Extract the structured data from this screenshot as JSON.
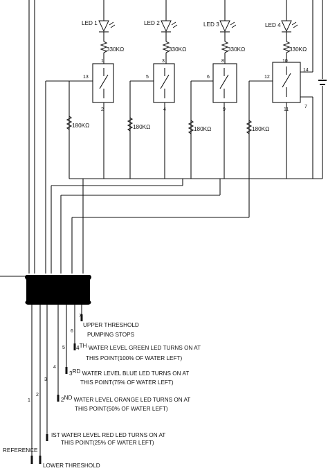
{
  "diagram": {
    "leds": [
      {
        "label": "LED 1",
        "resistor": "330KΩ"
      },
      {
        "label": "LED 2",
        "resistor": "330KΩ"
      },
      {
        "label": "LED 3",
        "resistor": "330KΩ"
      },
      {
        "label": "LED 4",
        "resistor": "330KΩ"
      }
    ],
    "switches": [
      {
        "pin_top": "1",
        "pin_left": "13",
        "pin_bottom": "2"
      },
      {
        "pin_top": "3",
        "pin_left": "5",
        "pin_bottom": "4"
      },
      {
        "pin_top": "8",
        "pin_left": "6",
        "pin_bottom": "9"
      },
      {
        "pin_top": "10",
        "pin_left": "12",
        "pin_bottom": "11",
        "pin_right": "7",
        "pin_supply": "14"
      }
    ],
    "pulldowns": [
      "180KΩ",
      "180KΩ",
      "180KΩ",
      "180KΩ"
    ],
    "probes": {
      "numbers": [
        "1",
        "2",
        "3",
        "4",
        "5",
        "6",
        "7"
      ],
      "reference": "REFERENCE",
      "lower_threshold": "LOWER THRESHOLD",
      "level1_line1": "IST WATER LEVEL RED LED TURNS ON AT",
      "level1_line2": "THIS POINT(25% OF WATER LEFT)",
      "level2_num": "2",
      "level2_sup": "ND",
      "level2_line1": " WATER LEVEL ORANGE LED TURNS ON AT",
      "level2_line2": "THIS POINT(50% OF WATER LEFT)",
      "level3_num": "3",
      "level3_sup": "RD",
      "level3_line1": " WATER LEVEL BLUE LED TURNS ON AT",
      "level3_line2": "THIS POINT(75% OF WATER LEFT)",
      "level4_num": "4",
      "level4_sup": "TH",
      "level4_line1": " WATER LEVEL GREEN LED TURNS ON AT",
      "level4_line2": "THIS POINT(100% OF WATER LEFT)",
      "upper_line1": "UPPER THRESHOLD",
      "upper_line2": "PUMPING STOPS"
    }
  }
}
